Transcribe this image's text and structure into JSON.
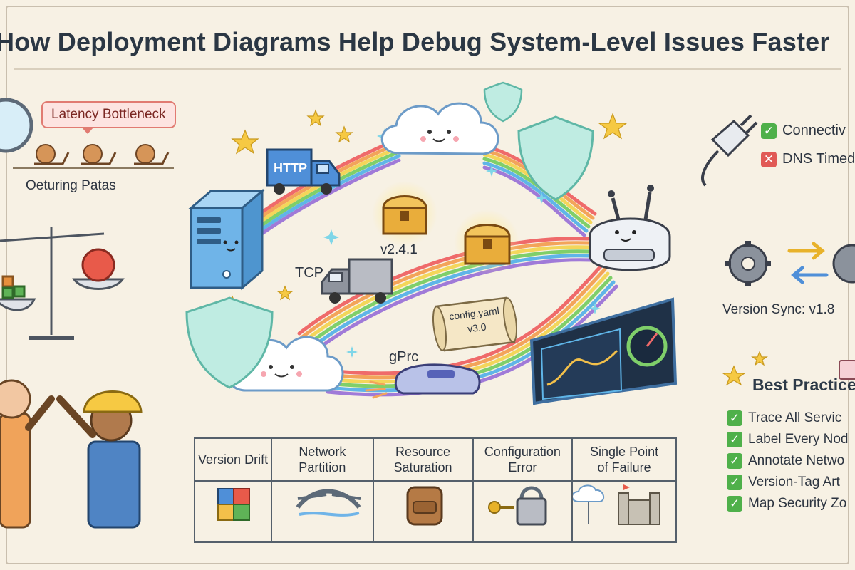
{
  "title": "How Deployment Diagrams Help Debug System-Level Issues Faster",
  "left_panel": {
    "latency_label": "Latency Bottleneck",
    "caption": "Oeturing Patas"
  },
  "diagram": {
    "protocols": [
      "HTTP",
      "TCP",
      "gPrc"
    ],
    "artifact_version": "v2.4.1",
    "config_file": "config.yaml",
    "config_version": "v3.0"
  },
  "right_panel": {
    "checks": [
      {
        "status": "ok",
        "label": "Connectiv"
      },
      {
        "status": "error",
        "label": "DNS Timed"
      }
    ],
    "version_sync": "Version Sync: v1.8"
  },
  "issues_table": {
    "headers": [
      "Version Drift",
      "Network Partition",
      "Resource Saturation",
      "Configuration Error",
      "Single Point of Failure"
    ],
    "icons": [
      "puzzle-icon",
      "broken-bridge-icon",
      "backpack-icon",
      "key-lock-icon",
      "cloud-castle-icon"
    ]
  },
  "best_practices": {
    "title": "Best Practice",
    "items": [
      "Trace All Servic",
      "Label Every Nod",
      "Annotate Netwo",
      "Version-Tag Art",
      "Map Security Zo"
    ]
  },
  "colors": {
    "rainbow": [
      "#ef6a6a",
      "#f3a45a",
      "#f3d65a",
      "#7fcf6a",
      "#5fb5e8",
      "#a07ad8"
    ],
    "check_ok": "#4fb04a",
    "check_error": "#e15a56",
    "server": "#6fb4e8",
    "shield": "#9fe0d2"
  }
}
